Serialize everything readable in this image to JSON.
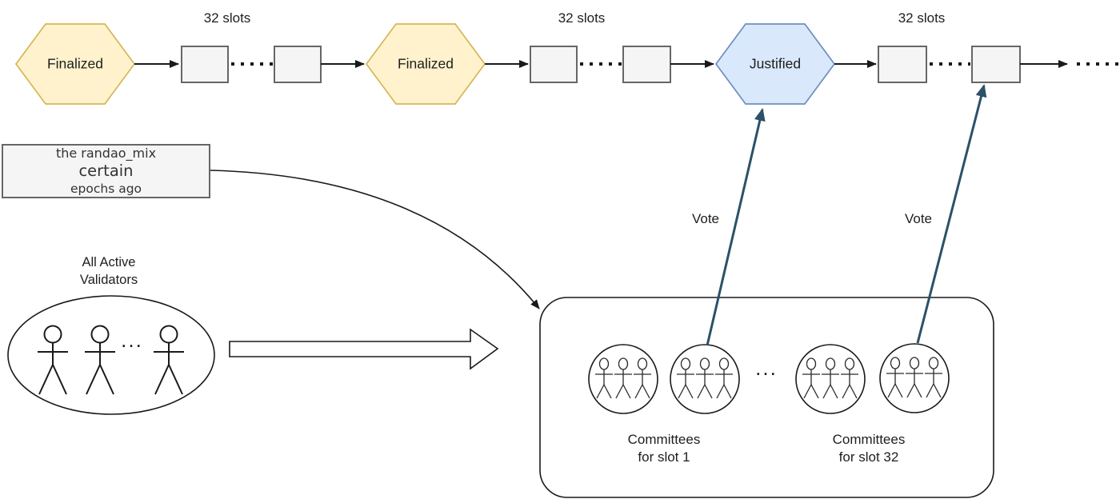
{
  "diagram": {
    "chain": {
      "slot_group_label": "32 slots",
      "epochs": [
        {
          "label": "Finalized"
        },
        {
          "label": "Finalized"
        },
        {
          "label": "Justified"
        }
      ]
    },
    "randao_note": {
      "line1": "the randao_mix",
      "line2": "certain",
      "line3": "epochs ago"
    },
    "validators": {
      "label_line1": "All Active",
      "label_line2": "Validators",
      "ellipsis": "..."
    },
    "committees": {
      "slot1_line1": "Committees",
      "slot1_line2": "for slot 1",
      "slot32_line1": "Committees",
      "slot32_line2": "for slot 32",
      "ellipsis": "..."
    },
    "vote_label": "Vote",
    "colors": {
      "finalized_fill": "#fff2cc",
      "finalized_stroke": "#d6b656",
      "justified_fill": "#dae8fc",
      "justified_stroke": "#6c8ebf",
      "slot_fill": "#f5f5f5",
      "slot_stroke": "#666666",
      "vote_arrow": "#2c5168",
      "line": "#1a1a1a"
    }
  }
}
